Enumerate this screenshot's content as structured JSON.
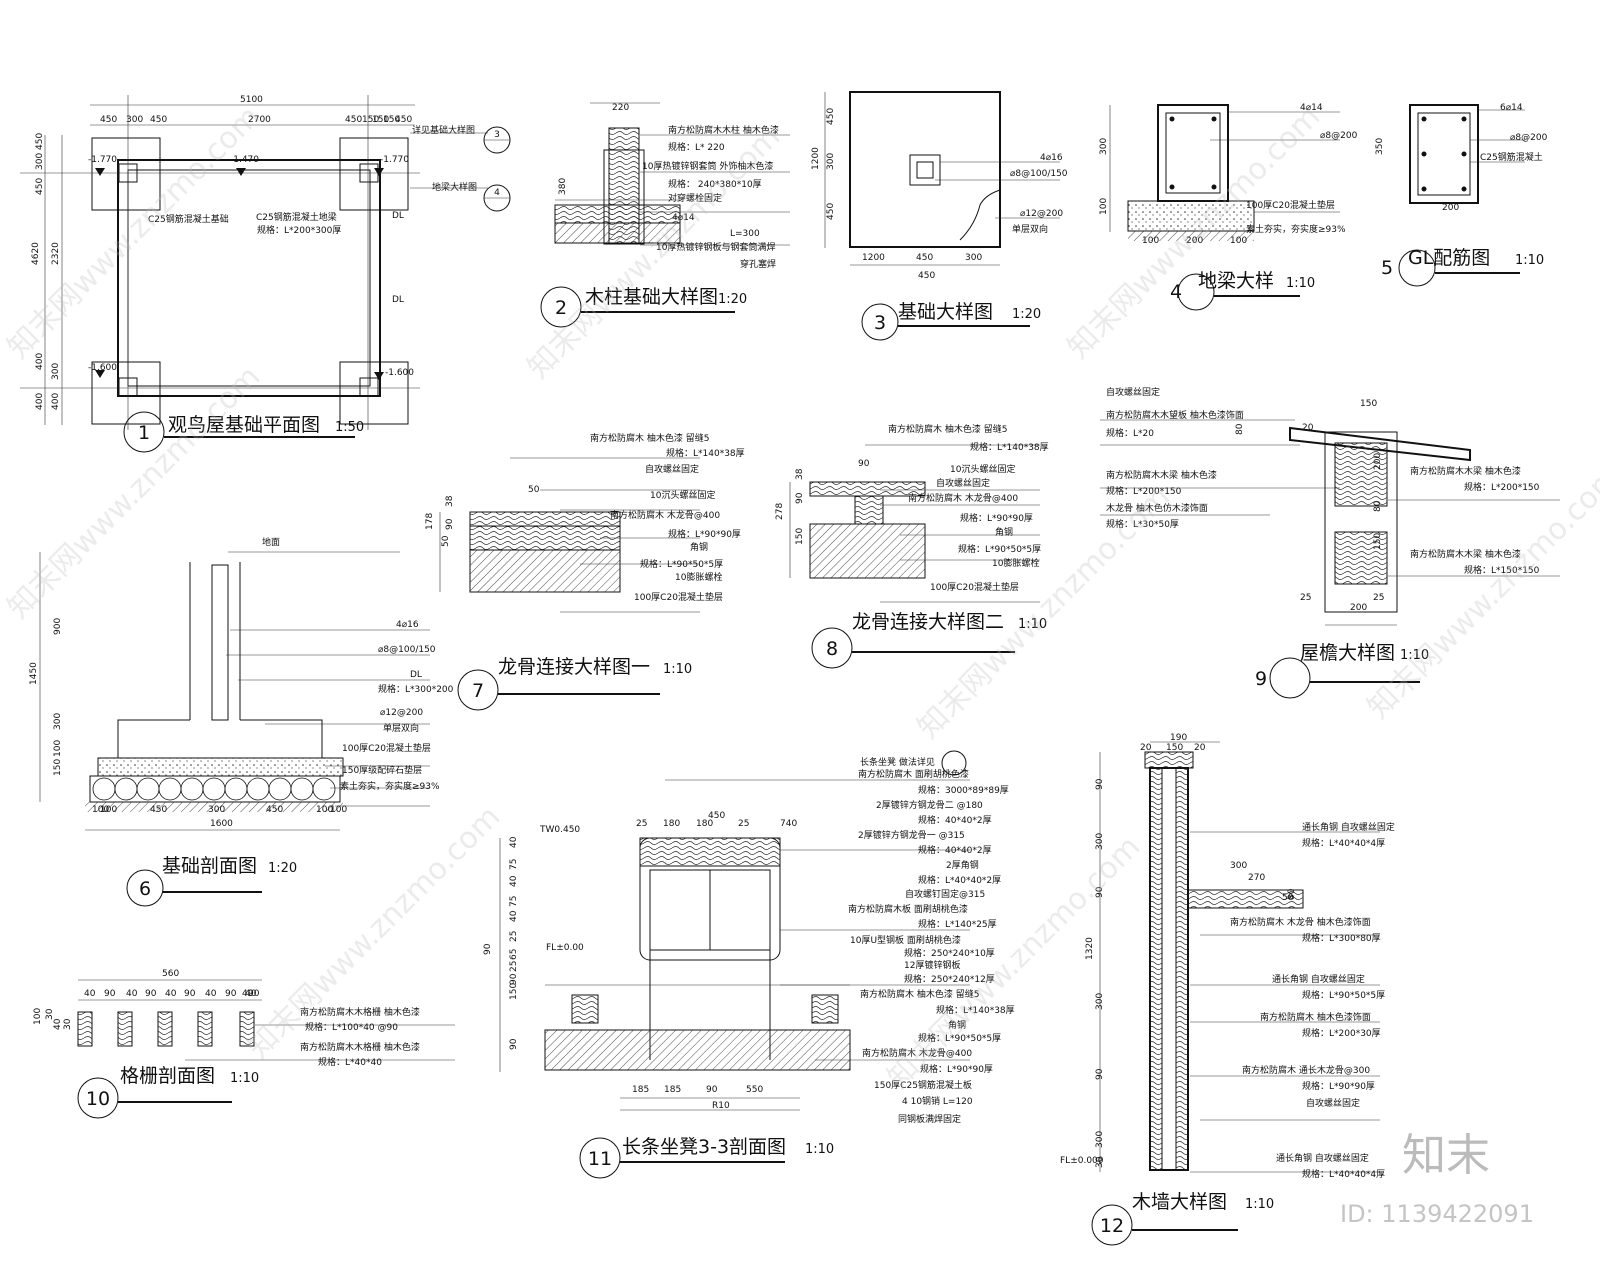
{
  "drawings": [
    {
      "id": "d1",
      "num": "1",
      "title": "观鸟屋基础平面图",
      "scale": "1:50",
      "dims": [
        "5100",
        "450",
        "300",
        "450",
        "2700",
        "450",
        "150",
        "150",
        "150",
        "450",
        "450",
        "300",
        "450",
        "4620",
        "2320",
        "400",
        "300",
        "400",
        "400"
      ],
      "labels": [
        "详见基础大样图",
        "地梁大样图",
        "-1.770",
        "-1.470",
        "-1.770",
        "-1.600",
        "-1.600",
        "C25钢筋混凝土基础",
        "C25钢筋混凝土地梁",
        "规格：L*200*300厚",
        "DL",
        "DL"
      ],
      "refs": [
        "3",
        "4"
      ]
    },
    {
      "id": "d2",
      "num": "2",
      "title": "木柱基础大样图",
      "scale": "1:20",
      "dims": [
        "220",
        "380"
      ],
      "labels": [
        "南方松防腐木木柱  柚木色漆",
        "规格：L*  220",
        "10厚热镀锌钢套筒  外饰柚木色漆",
        "规格：  240*380*10厚",
        "对穿螺栓固定",
        "4⌀14",
        "L=300",
        "10厚热镀锌钢板与钢套筒满焊",
        "穿孔塞焊"
      ]
    },
    {
      "id": "d3",
      "num": "3",
      "title": "基础大样图",
      "scale": "1:20",
      "dims": [
        "450",
        "300",
        "450",
        "1200",
        "1200",
        "450",
        "300",
        "450"
      ],
      "labels": [
        "4⌀16",
        "⌀8@100/150",
        "⌀12@200",
        "单层双向"
      ]
    },
    {
      "id": "d4",
      "num": "4",
      "title": "地梁大样",
      "scale": "1:10",
      "dims": [
        "300",
        "100",
        "100",
        "200",
        "100"
      ],
      "labels": [
        "4⌀14",
        "⌀8@200",
        "100厚C20混凝土垫层",
        "素土夯实，夯实度≥93%"
      ]
    },
    {
      "id": "d5",
      "num": "5",
      "title": "GL配筋图",
      "scale": "1:10",
      "dims": [
        "350",
        "200"
      ],
      "labels": [
        "6⌀14",
        "⌀8@200",
        "C25钢筋混凝土"
      ]
    },
    {
      "id": "d6",
      "num": "6",
      "title": "基础剖面图",
      "scale": "1:20",
      "dims": [
        "1450",
        "900",
        "300",
        "100",
        "150",
        "100",
        "100",
        "450",
        "300",
        "450",
        "100",
        "100",
        "1600"
      ],
      "labels": [
        "地面",
        "4⌀16",
        "⌀8@100/150",
        "DL",
        "规格：L*300*200",
        "⌀12@200",
        "单层双向",
        "100厚C20混凝土垫层",
        "150厚级配碎石垫层",
        "素土夯实，夯实度≥93%"
      ]
    },
    {
      "id": "d7",
      "num": "7",
      "title": "龙骨连接大样图一",
      "scale": "1:10",
      "dims": [
        "178",
        "38",
        "90",
        "50",
        "50"
      ],
      "labels": [
        "南方松防腐木  柚木色漆  留缝5",
        "规格：L*140*38厚",
        "自攻螺丝固定",
        "10沉头螺丝固定",
        "南方松防腐木  木龙骨@400",
        "规格：L*90*90厚",
        "角钢",
        "规格：L*90*50*5厚",
        "10膨胀螺栓",
        "100厚C20混凝土垫层"
      ]
    },
    {
      "id": "d8",
      "num": "8",
      "title": "龙骨连接大样图二",
      "scale": "1:10",
      "dims": [
        "278",
        "38",
        "90",
        "150",
        "90"
      ],
      "labels": [
        "南方松防腐木  柚木色漆  留缝5",
        "规格：L*140*38厚",
        "10沉头螺丝固定",
        "自攻螺丝固定",
        "南方松防腐木  木龙骨@400",
        "规格：L*90*90厚",
        "角钢",
        "规格：L*90*50*5厚",
        "10膨胀螺栓",
        "100厚C20混凝土垫层"
      ]
    },
    {
      "id": "d9",
      "num": "9",
      "title": "屋檐大样图",
      "scale": "1:10",
      "dims": [
        "150",
        "80",
        "20",
        "200",
        "80",
        "150",
        "25",
        "200",
        "25"
      ],
      "labels": [
        "自攻螺丝固定",
        "南方松防腐木木望板  柚木色漆饰面",
        "规格：L*20",
        "南方松防腐木木梁  柚木色漆",
        "规格：L*200*150",
        "木龙骨  柚木色仿木漆饰面",
        "规格：L*30*50厚",
        "南方松防腐木木梁  柚木色漆",
        "规格：L*200*150",
        "南方松防腐木木梁  柚木色漆",
        "规格：L*150*150"
      ]
    },
    {
      "id": "d10",
      "num": "10",
      "title": "格栅剖面图",
      "scale": "1:10",
      "dims": [
        "560",
        "40",
        "90",
        "40",
        "90",
        "40",
        "90",
        "40",
        "90",
        "40",
        "90",
        "40",
        "100",
        "30",
        "40",
        "30"
      ],
      "labels": [
        "南方松防腐木木格栅  柚木色漆",
        "规格：L*100*40  @90",
        "南方松防腐木木格栅  柚木色漆",
        "规格：L*40*40"
      ]
    },
    {
      "id": "d11",
      "num": "11",
      "title": "长条坐凳3-3剖面图",
      "scale": "1:10",
      "dims": [
        "450",
        "25",
        "180",
        "180",
        "25",
        "740",
        "90",
        "40",
        "75",
        "40",
        "75",
        "40",
        "25",
        "65",
        "25",
        "90",
        "150",
        "90",
        "185",
        "185",
        "90",
        "550",
        "R10"
      ],
      "labels": [
        "TW0.450",
        "FL±0.00",
        "长条坐凳  做法详见",
        "南方松防腐木  面刷胡桃色漆",
        "规格：3000*89*89厚",
        "2厚镀锌方钢龙骨二  @180",
        "规格：40*40*2厚",
        "2厚镀锌方钢龙骨一  @315",
        "规格：40*40*2厚",
        "2厚角钢",
        "规格：L*40*40*2厚",
        "自攻螺钉固定@315",
        "南方松防腐木板  面刷胡桃色漆",
        "规格：L*140*25厚",
        "10厚U型钢板  面刷胡桃色漆",
        "规格：250*240*10厚",
        "12厚镀锌钢板",
        "规格：250*240*12厚",
        "南方松防腐木  柚木色漆  留缝5",
        "规格：L*140*38厚",
        "角钢",
        "规格：L*90*50*5厚",
        "南方松防腐木  木龙骨@400",
        "规格：L*90*90厚",
        "150厚C25钢筋混凝土板",
        "4  10钢销   L=120",
        "同钢板满焊固定"
      ]
    },
    {
      "id": "d12",
      "num": "12",
      "title": "木墙大样图",
      "scale": "1:10",
      "dims": [
        "190",
        "20",
        "150",
        "20",
        "90",
        "300",
        "90",
        "1320",
        "300",
        "90",
        "300",
        "30",
        "300",
        "270",
        "50",
        "80"
      ],
      "labels": [
        "FL±0.000",
        "通长角钢  自攻螺丝固定",
        "规格：L*40*40*4厚",
        "南方松防腐木  木龙骨  柚木色漆饰面",
        "规格：L*300*80厚",
        "通长角钢  自攻螺丝固定",
        "规格：L*90*50*5厚",
        "南方松防腐木  柚木色漆饰面",
        "规格：L*200*30厚",
        "南方松防腐木  通长木龙骨@300",
        "规格：L*90*90厚",
        "自攻螺丝固定",
        "通长角钢  自攻螺丝固定",
        "规格：L*40*40*4厚"
      ]
    }
  ],
  "watermarks": [
    "知末网www.znzmo.com",
    "知末网www.znzmo.com",
    "知末网www.znzmo.com",
    "知末网www.znzmo.com",
    "知末网www.znzmo.com",
    "知末网www.znzmo.com",
    "知末网www.znzmo.com",
    "知末网www.znzmo.com"
  ],
  "brand": "知末",
  "image_id": "ID: 1139422091"
}
